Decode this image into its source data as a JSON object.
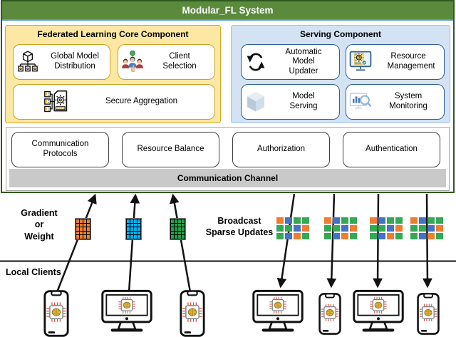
{
  "header": {
    "title": "Modular_FL System"
  },
  "fl_core": {
    "title": "Federated Learning Core Component",
    "items": [
      {
        "label": "Global Model Distribution",
        "icon": "model-distribution-icon"
      },
      {
        "label": "Client Selection",
        "icon": "client-selection-icon"
      },
      {
        "label": "Secure Aggregation",
        "icon": "secure-aggregation-icon"
      }
    ]
  },
  "serving": {
    "title": "Serving Component",
    "items": [
      {
        "label": "Automatic Model Updater",
        "icon": "automatic-model-updater-icon"
      },
      {
        "label": "Resource Management",
        "icon": "resource-management-icon"
      },
      {
        "label": "Model Serving",
        "icon": "model-serving-icon"
      },
      {
        "label": "System Monitoring",
        "icon": "system-monitoring-icon"
      }
    ]
  },
  "middleware": {
    "boxes": [
      "Communication Protocols",
      "Resource Balance",
      "Authorization",
      "Authentication"
    ],
    "channel_label": "Communication Channel"
  },
  "flows": {
    "uplink_label": [
      "Gradient",
      "or",
      "Weight"
    ],
    "broadcast_label": [
      "Broadcast",
      "Sparse Updates"
    ],
    "local_clients_label": "Local Clients"
  },
  "uplink_matrices": {
    "rows": 5,
    "cols": 4,
    "colors": [
      "#ed7d31",
      "#00b0f0",
      "#22a14b"
    ]
  },
  "broadcast_matrices": {
    "count": 4,
    "palette": {
      "O": "#ed7d31",
      "B": "#4472c4",
      "G": "#34a853"
    },
    "pattern": [
      [
        "O",
        "B",
        "G",
        "G"
      ],
      [
        "G",
        "G",
        "B",
        "O"
      ],
      [
        "G",
        "B",
        "O",
        "G"
      ]
    ]
  },
  "clients": {
    "left_devices": [
      "phone",
      "monitor",
      "phone"
    ],
    "right_devices": [
      "monitor",
      "phone",
      "monitor",
      "phone"
    ]
  },
  "colors": {
    "header_green": "#5b8a3d",
    "frame_border": "#2e5a1e",
    "header_underline_blue": "#5b9bd5",
    "core_panel_fill": "#fce8a2",
    "core_box_border": "#c9a227",
    "serving_panel_fill": "#d3e3f3",
    "serving_box_border": "#2e6091",
    "channel_bar_gray": "#c9c9c9",
    "arrow_black": "#111111",
    "chip_pin_red": "#d94f43",
    "chip_brain_yellow": "#e8b63a"
  }
}
